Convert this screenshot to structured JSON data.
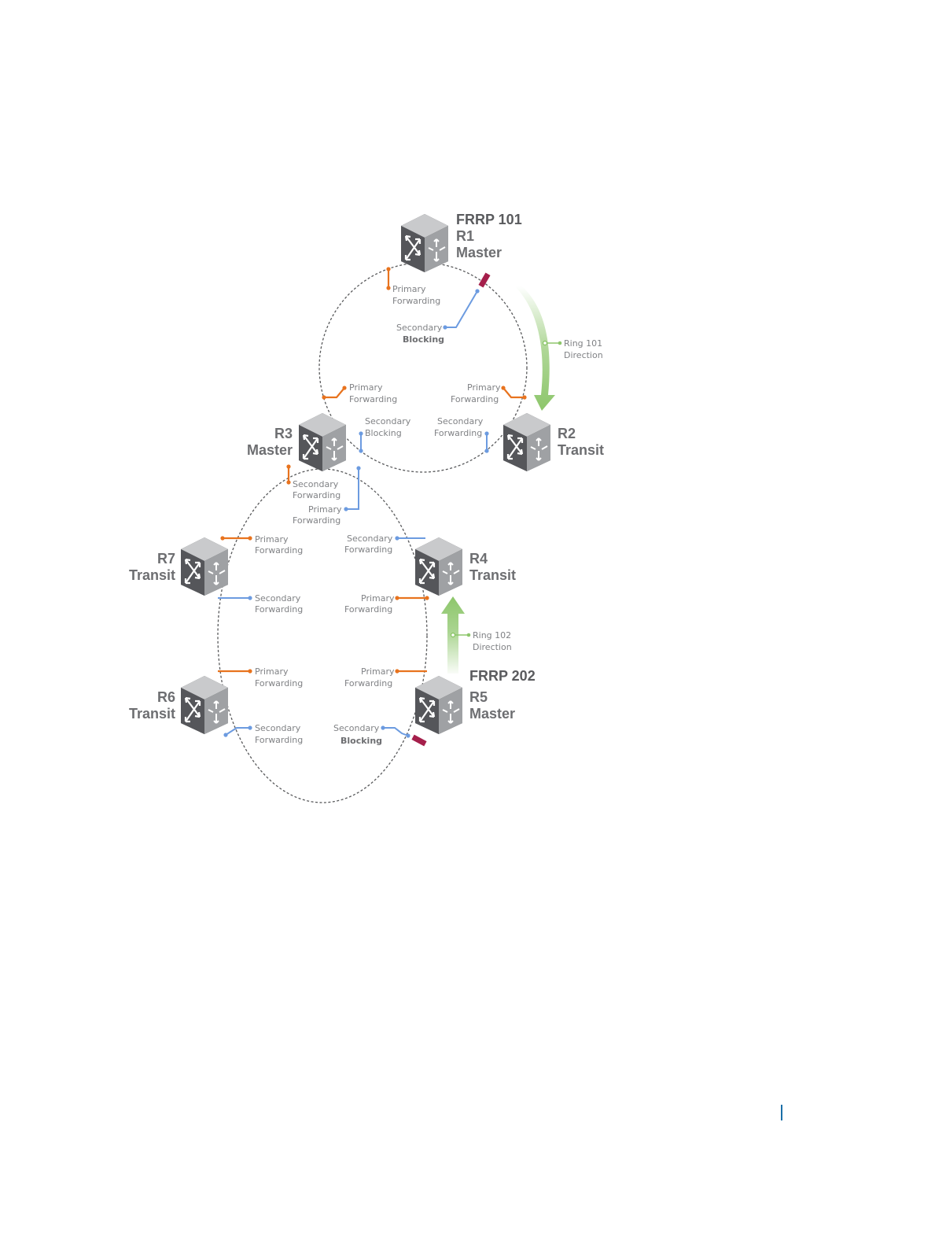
{
  "colors": {
    "primary_port": "#e8731e",
    "secondary_port": "#6c9be0",
    "ring_direction": "#8dc66b",
    "blocking_marker": "#a51f4b",
    "router_body": "#5a5b5e",
    "router_top": "#c7c8ca",
    "node_text": "#6d6e71",
    "page_marker": "#1a6fa8"
  },
  "rings": {
    "ring_101": {
      "title": "FRRP 101",
      "direction_label": [
        "Ring 101",
        "Direction"
      ]
    },
    "ring_202": {
      "title": "FRRP 202",
      "direction_label": [
        "Ring 102",
        "Direction"
      ]
    }
  },
  "nodes": {
    "r1": {
      "name": "R1",
      "role": "Master",
      "icon": "switch-icon"
    },
    "r2": {
      "name": "R2",
      "role": "Transit",
      "icon": "switch-icon"
    },
    "r3": {
      "name": "R3",
      "role": "Master",
      "icon": "switch-icon"
    },
    "r4": {
      "name": "R4",
      "role": "Transit",
      "icon": "switch-icon"
    },
    "r5": {
      "name": "R5",
      "role": "Master",
      "icon": "switch-icon"
    },
    "r6": {
      "name": "R6",
      "role": "Transit",
      "icon": "switch-icon"
    },
    "r7": {
      "name": "R7",
      "role": "Transit",
      "icon": "switch-icon"
    }
  },
  "ports": {
    "r1_primary": [
      "Primary",
      "Forwarding"
    ],
    "r1_secondary": [
      "Secondary",
      "Blocking"
    ],
    "r3_ring1_primary": [
      "Primary",
      "Forwarding"
    ],
    "r3_ring1_secondary": [
      "Secondary",
      "Blocking"
    ],
    "r2_primary": [
      "Primary",
      "Forwarding"
    ],
    "r2_secondary": [
      "Secondary",
      "Forwarding"
    ],
    "r3_ring2_secondary": [
      "Secondary",
      "Forwarding"
    ],
    "r3_ring2_primary": [
      "Primary",
      "Forwarding"
    ],
    "r7_primary": [
      "Primary",
      "Forwarding"
    ],
    "r7_secondary": [
      "Secondary",
      "Forwarding"
    ],
    "r4_secondary": [
      "Secondary",
      "Forwarding"
    ],
    "r4_primary": [
      "Primary",
      "Forwarding"
    ],
    "r6_primary": [
      "Primary",
      "Forwarding"
    ],
    "r6_secondary": [
      "Secondary",
      "Forwarding"
    ],
    "r5_primary": [
      "Primary",
      "Forwarding"
    ],
    "r5_secondary": [
      "Secondary",
      "Blocking"
    ]
  }
}
